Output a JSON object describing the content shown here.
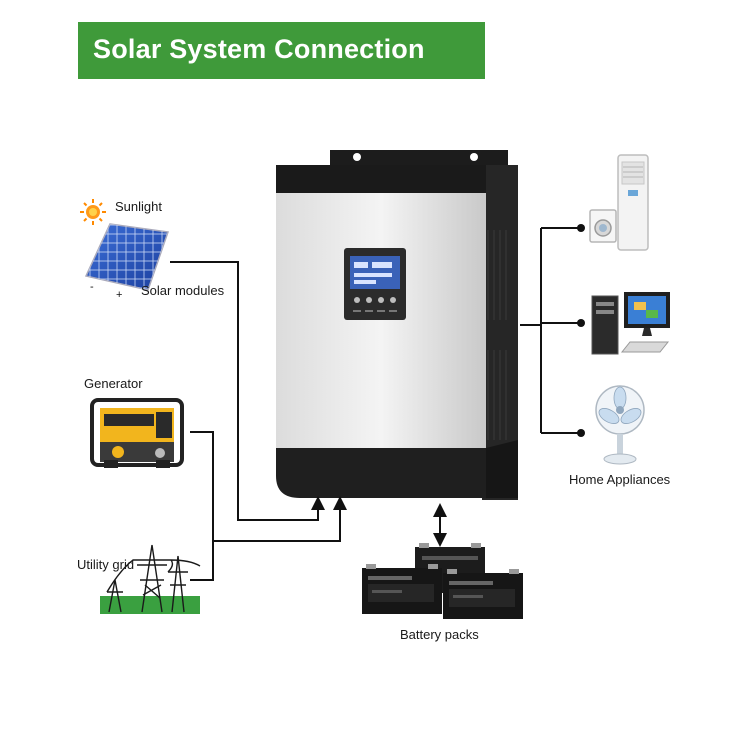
{
  "title": "Solar System Connection",
  "labels": {
    "sunlight": "Sunlight",
    "solar_modules": "Solar modules",
    "generator": "Generator",
    "utility_grid": "Utility grid",
    "home_appliances": "Home Appliances",
    "battery_packs": "Battery packs"
  },
  "colors": {
    "banner": "#3f9a3a",
    "banner_text": "#ffffff"
  }
}
